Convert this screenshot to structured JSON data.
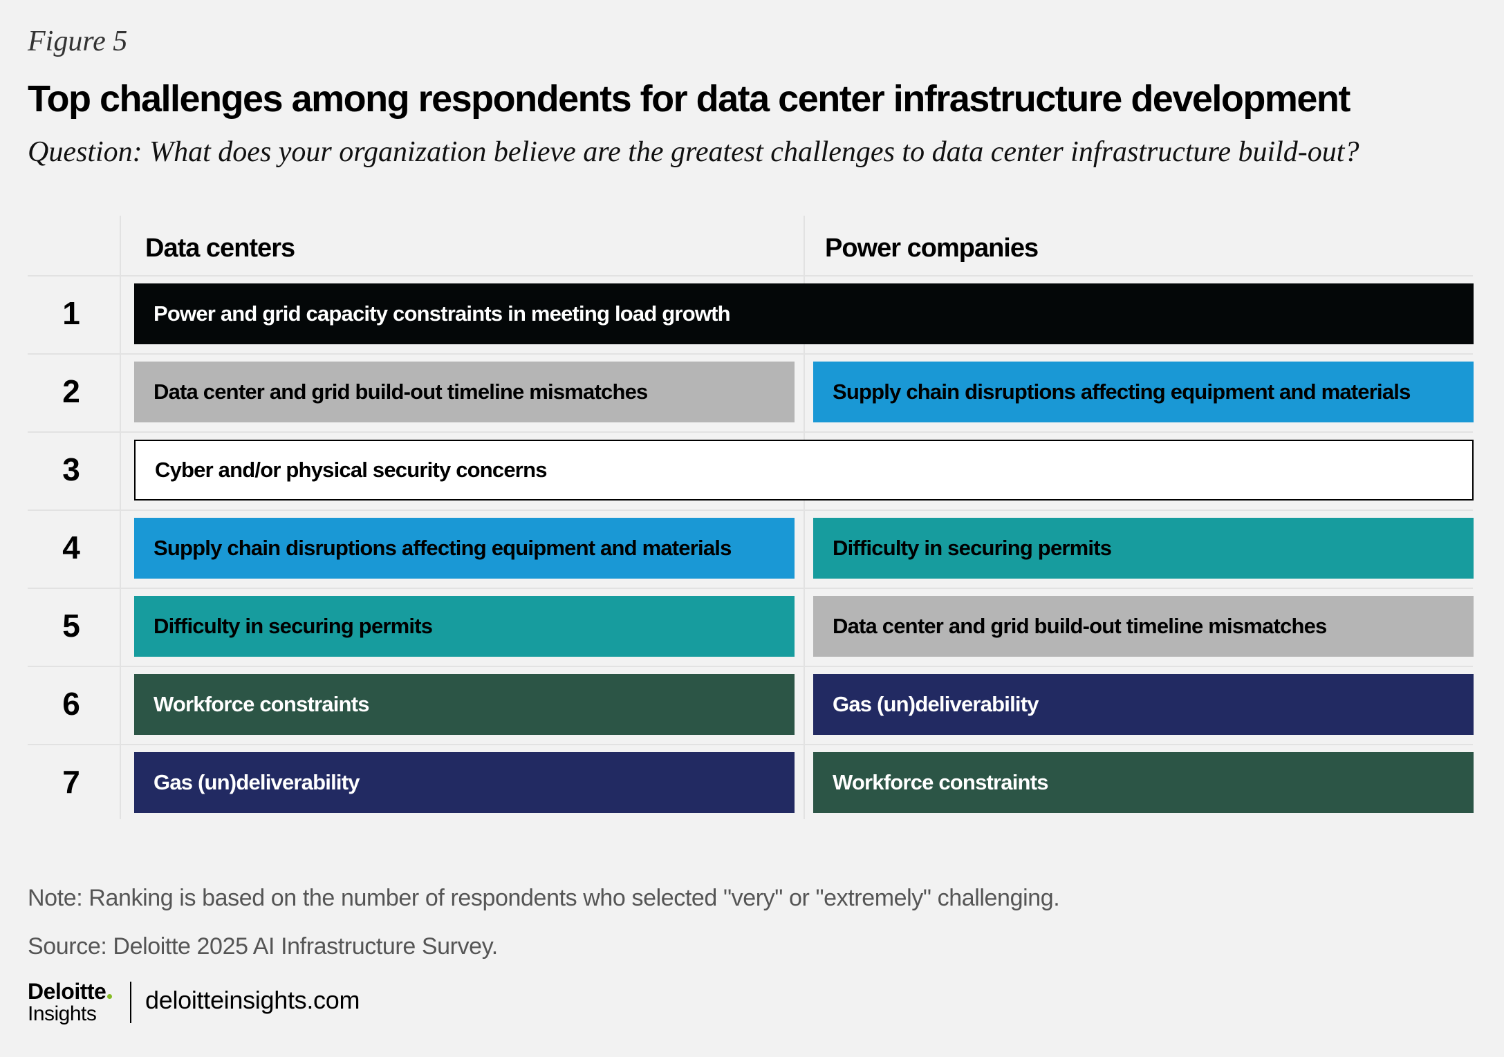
{
  "figure_label": "Figure 5",
  "title": "Top challenges among respondents for data center infrastructure development",
  "subtitle": "Question: What does your organization believe are the greatest challenges to data center infrastructure build-out?",
  "colors": {
    "power_grid": "#040708",
    "timeline": "#b5b5b5",
    "supply_chain": "#1a98d5",
    "security": "#ffffff",
    "permits": "#179c9e",
    "workforce": "#2c5546",
    "gas": "#222a62"
  },
  "chart_data": {
    "type": "table",
    "columns": [
      "Data centers",
      "Power companies"
    ],
    "ranks": [
      "1",
      "2",
      "3",
      "4",
      "5",
      "6",
      "7"
    ],
    "rows": [
      {
        "rank": "1",
        "data_centers": "Power and grid capacity constraints in meeting load growth",
        "power_companies": "Power and grid capacity constraints in meeting load growth",
        "shared": true
      },
      {
        "rank": "2",
        "data_centers": "Data center and grid build-out timeline mismatches",
        "power_companies": "Supply chain disruptions affecting equipment and materials",
        "shared": false
      },
      {
        "rank": "3",
        "data_centers": "Cyber and/or physical security concerns",
        "power_companies": "Cyber and/or physical security concerns",
        "shared": true
      },
      {
        "rank": "4",
        "data_centers": "Supply chain disruptions affecting equipment and materials",
        "power_companies": "Difficulty in securing permits",
        "shared": false
      },
      {
        "rank": "5",
        "data_centers": "Difficulty in securing permits",
        "power_companies": "Data center and grid build-out timeline mismatches",
        "shared": false
      },
      {
        "rank": "6",
        "data_centers": "Workforce constraints",
        "power_companies": "Gas (un)deliverability",
        "shared": false
      },
      {
        "rank": "7",
        "data_centers": "Gas (un)deliverability",
        "power_companies": "Workforce constraints",
        "shared": false
      }
    ]
  },
  "note": "Note:  Ranking is based on the number of respondents who selected \"very\" or \"extremely\" challenging.",
  "source": "Source: Deloitte 2025 AI Infrastructure Survey.",
  "logo": {
    "top": "Deloitte",
    "bottom": "Insights"
  },
  "site": "deloitteinsights.com"
}
